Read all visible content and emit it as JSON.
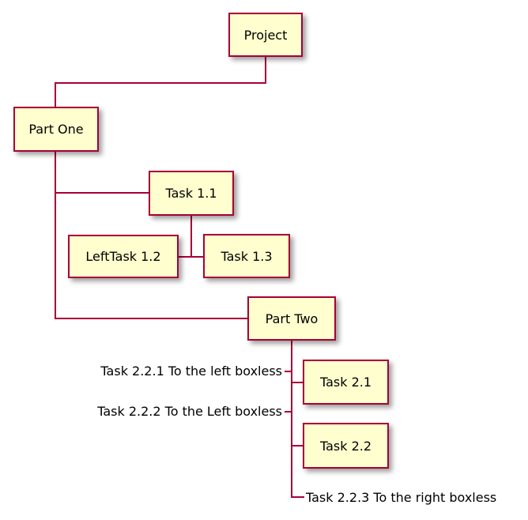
{
  "diagram": {
    "kind": "work-breakdown-structure",
    "background_color": "#FFFFFF",
    "node_fill_color": "#FEFECE",
    "node_border_color": "#A80036",
    "connector_color": "#A80036",
    "text_color": "#000000"
  },
  "nodes": {
    "project": {
      "label": "Project"
    },
    "part_one": {
      "label": "Part One"
    },
    "task_1_1": {
      "label": "Task 1.1"
    },
    "lefttask_1_2": {
      "label": "LeftTask 1.2"
    },
    "task_1_3": {
      "label": "Task 1.3"
    },
    "part_two": {
      "label": "Part Two"
    },
    "task_2_1": {
      "label": "Task 2.1"
    },
    "task_2_2": {
      "label": "Task 2.2"
    }
  },
  "boxless": {
    "task_2_2_1": {
      "label": "Task 2.2.1 To the left boxless"
    },
    "task_2_2_2": {
      "label": "Task 2.2.2 To the Left boxless"
    },
    "task_2_2_3": {
      "label": "Task 2.2.3 To the right boxless"
    }
  }
}
